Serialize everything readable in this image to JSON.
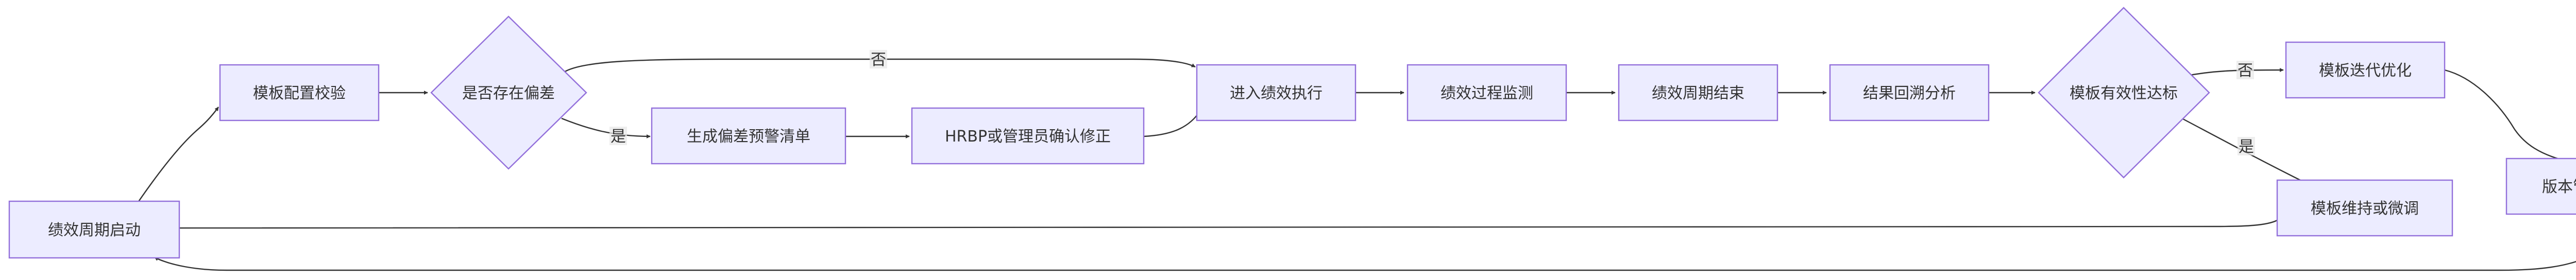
{
  "nodes": {
    "start": "绩效周期启动",
    "template_check": "模板配置校验",
    "deviation_decision": "是否存在偏差",
    "warning_list": "生成偏差预警清单",
    "confirm_fix": "HRBP或管理员确认修正",
    "execute": "进入绩效执行",
    "monitor": "绩效过程监测",
    "cycle_end": "绩效周期结束",
    "review": "结果回溯分析",
    "effective_decision": "模板有效性达标",
    "iterate": "模板迭代优化",
    "maintain": "模板维持或微调",
    "version_approval": "版本管理与审批"
  },
  "edge_labels": {
    "deviation_no": "否",
    "deviation_yes": "是",
    "effective_no": "否",
    "effective_yes": "是"
  }
}
